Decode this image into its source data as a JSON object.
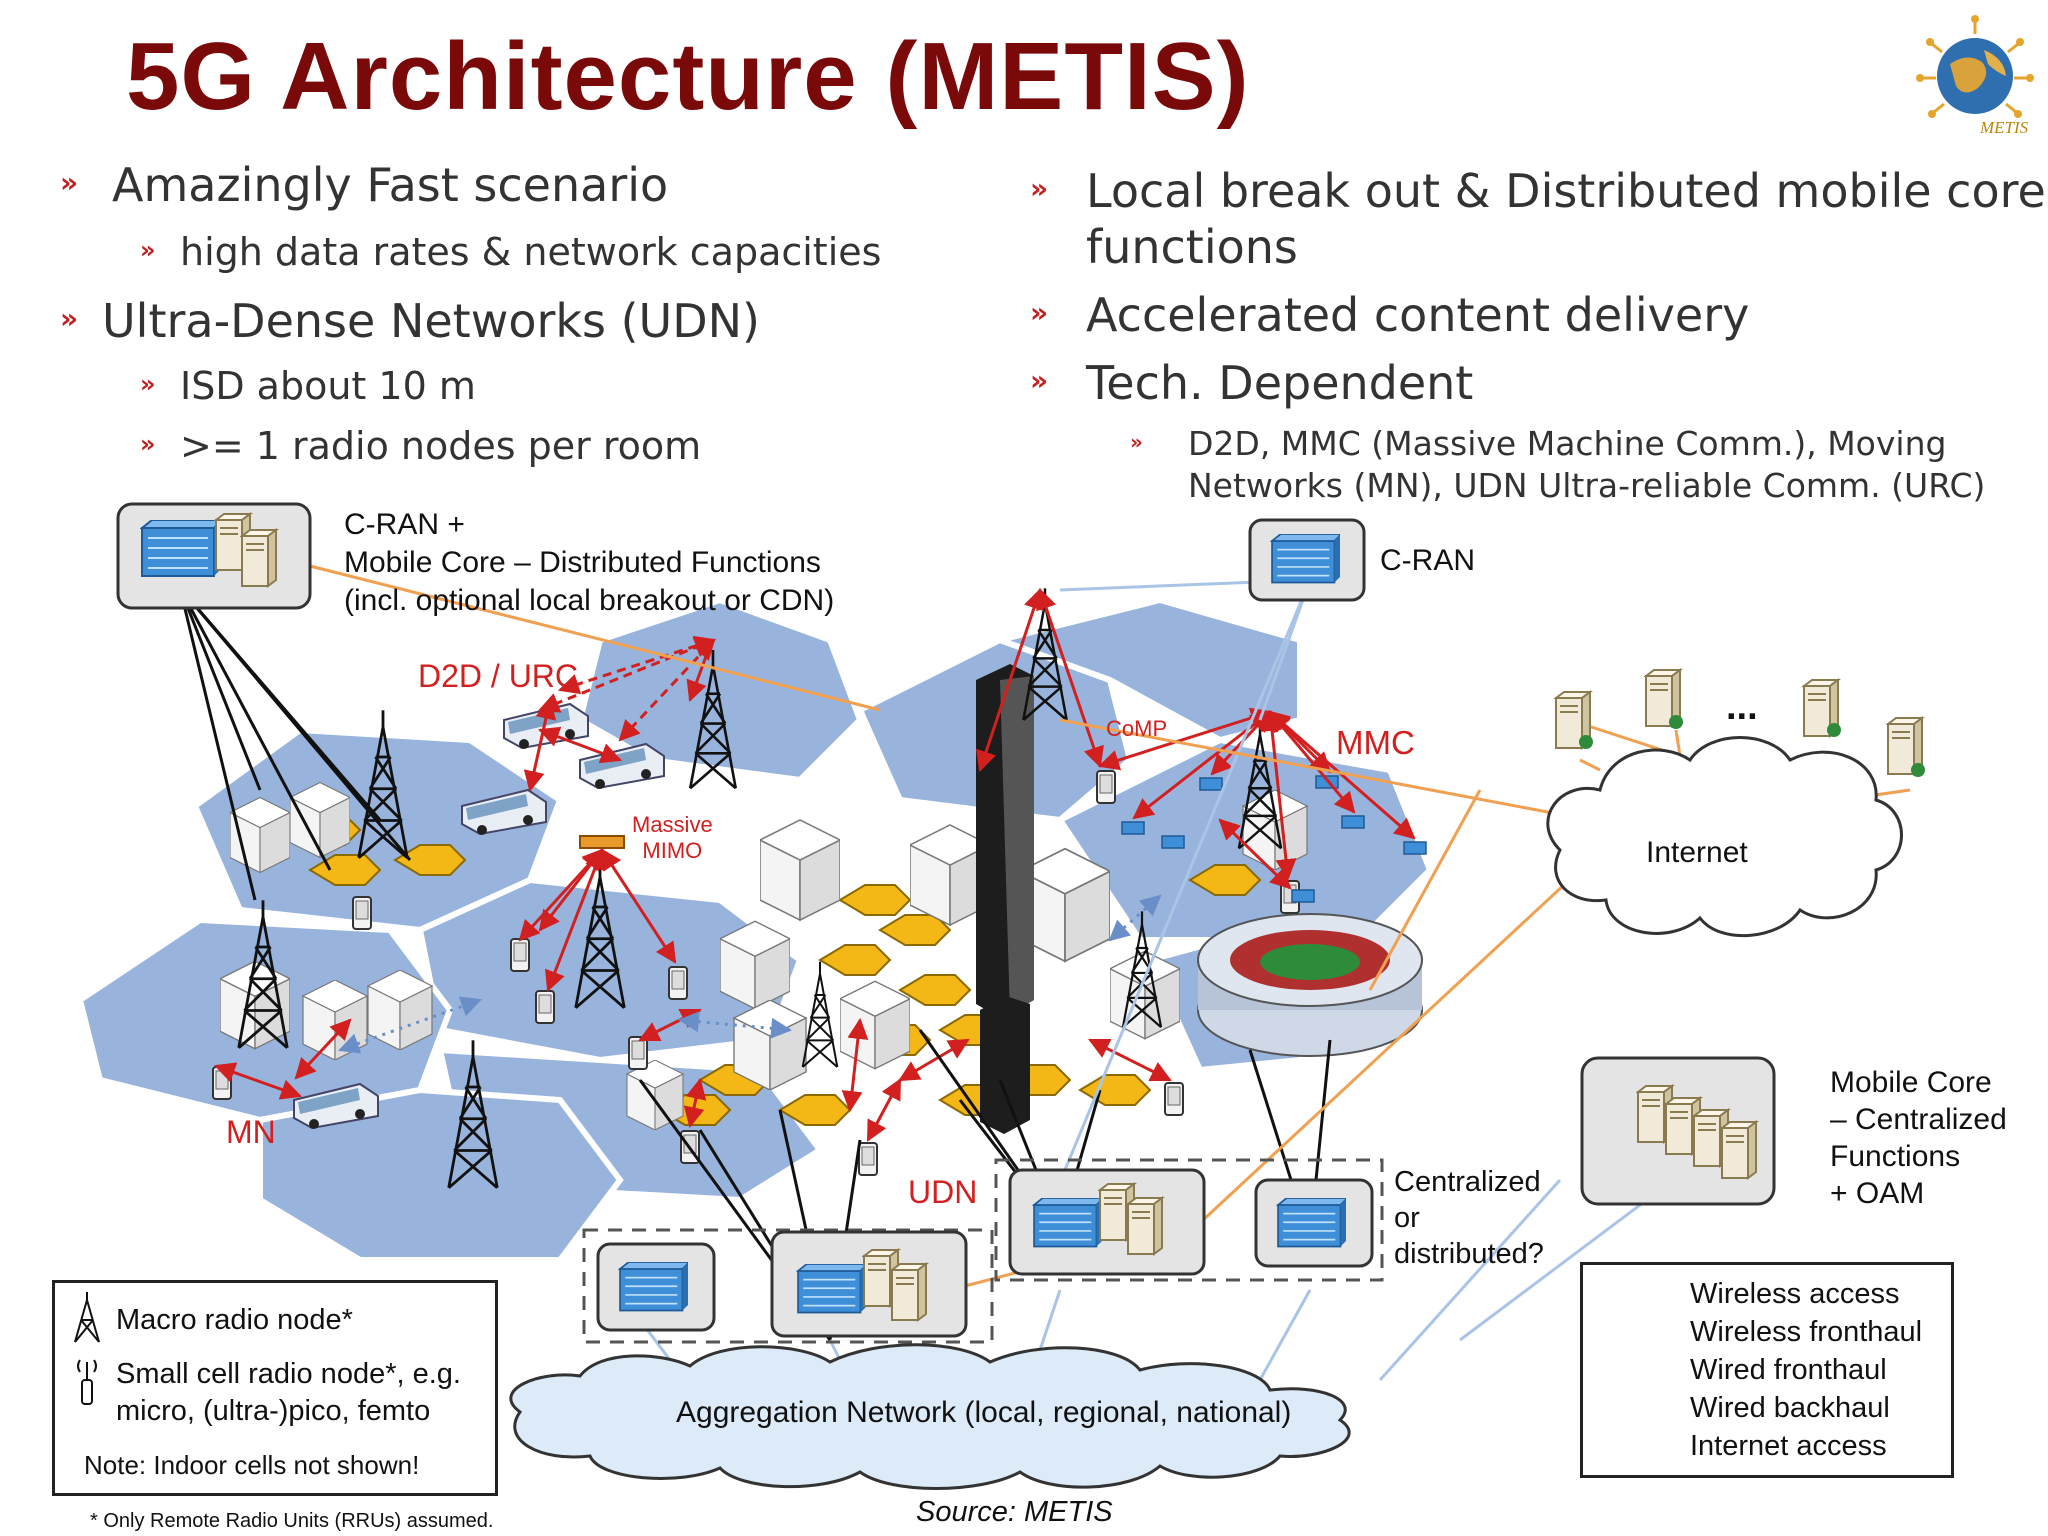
{
  "title": "5G Architecture (METIS)",
  "logo_text": "METIS",
  "bullets_left": [
    {
      "text": "Amazingly Fast scenario",
      "level": 1
    },
    {
      "text": "high data rates & network capacities",
      "level": 2
    },
    {
      "text": "Ultra-Dense Networks (UDN)",
      "level": 1
    },
    {
      "text": "ISD about 10 m",
      "level": 2
    },
    {
      "text": ">= 1 radio nodes per room",
      "level": 2
    }
  ],
  "bullets_right": [
    {
      "text": "Local break out & Distributed mobile core",
      "level": 1
    },
    {
      "text": "functions",
      "level": 1
    },
    {
      "text": "Accelerated content delivery",
      "level": 1
    },
    {
      "text": "Tech. Dependent",
      "level": 1
    },
    {
      "text": "D2D, MMC (Massive Machine Comm.), Moving",
      "level": 2
    },
    {
      "text": "Networks (MN), UDN  Ultra-reliable Comm. (URC)",
      "level": 2
    }
  ],
  "diagram": {
    "cran_core_label": [
      "C-RAN +",
      "Mobile Core – Distributed Functions",
      "(incl. optional local breakout or CDN)"
    ],
    "cran_label": "C-RAN",
    "d2d_label": "D2D / URC",
    "comp_label": "CoMP",
    "mmc_label": "MMC",
    "massive_mimo_label": [
      "Massive",
      "MIMO"
    ],
    "mn_label": "MN",
    "udn_label": "UDN",
    "internet_label": "Internet",
    "dots_label": "...",
    "centralized_label": [
      "Centralized",
      "or",
      "distributed?"
    ],
    "mobile_core_label": [
      "Mobile Core",
      "– Centralized",
      "Functions",
      "+ OAM"
    ],
    "aggregation_label": "Aggregation Network (local, regional, national)"
  },
  "legend": [
    {
      "label": "Wireless access",
      "color": "#d21f1f",
      "style": "double-arrow"
    },
    {
      "label": "Wireless fronthaul",
      "color": "#6a8fc8",
      "style": "dotted-double-arrow"
    },
    {
      "label": "Wired fronthaul",
      "color": "#111111",
      "style": "solid"
    },
    {
      "label": "Wired backhaul",
      "color": "#a9c4e6",
      "style": "solid"
    },
    {
      "label": "Internet access",
      "color": "#f0a050",
      "style": "solid"
    }
  ],
  "node_legend": {
    "macro": "Macro radio node*",
    "small_cell": [
      "Small cell radio node*, e.g.",
      "micro, (ultra-)pico, femto"
    ],
    "note": "Note:  Indoor cells not shown!"
  },
  "footnote": "* Only Remote Radio Units (RRUs) assumed.",
  "source": "Source: METIS"
}
